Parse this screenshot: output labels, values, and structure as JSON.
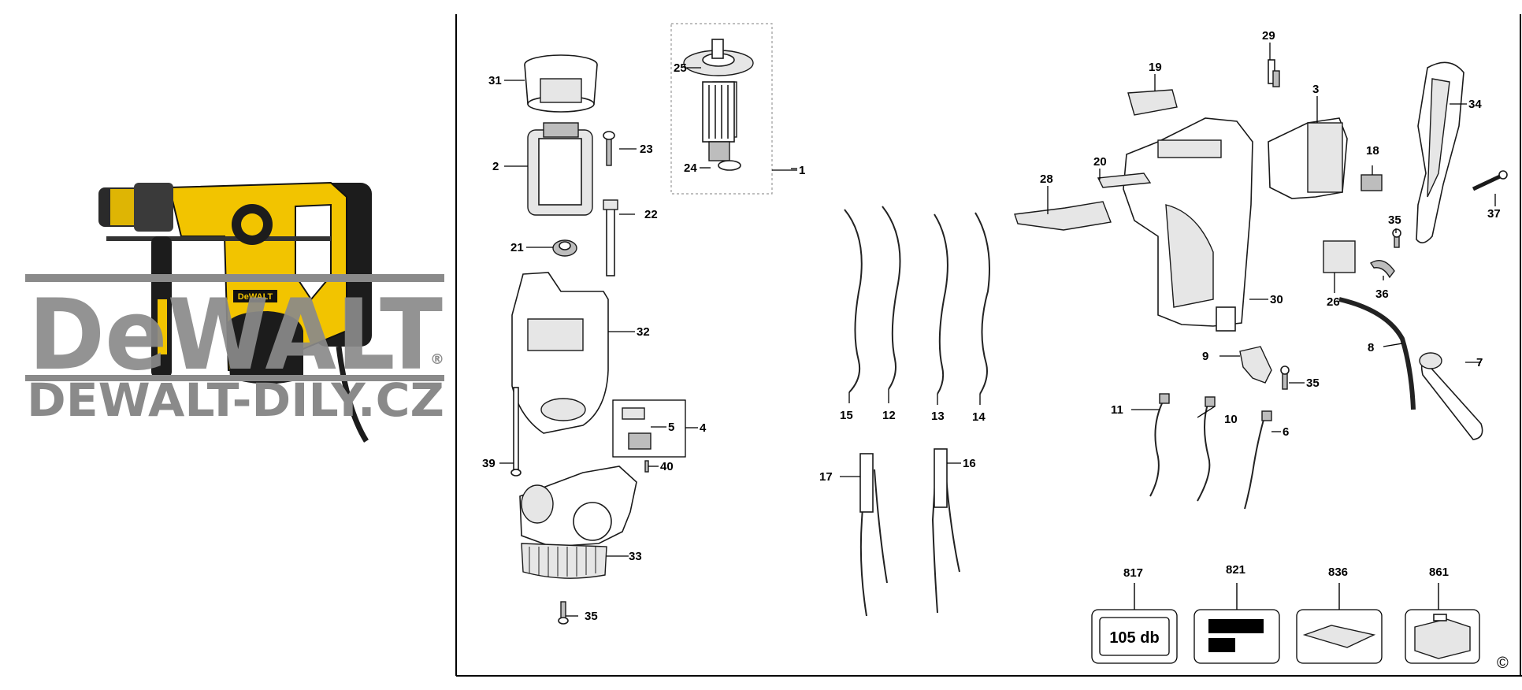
{
  "brand": {
    "logo_text": "DeWALT",
    "registered": "®",
    "site": "DEWALT-DILY.CZ"
  },
  "copyright": "©",
  "noise_label": "105 db",
  "parts": [
    {
      "id": "31",
      "label": "31"
    },
    {
      "id": "25",
      "label": "25"
    },
    {
      "id": "2",
      "label": "2"
    },
    {
      "id": "23",
      "label": "23"
    },
    {
      "id": "24",
      "label": "24"
    },
    {
      "id": "1",
      "label": "1"
    },
    {
      "id": "22",
      "label": "22"
    },
    {
      "id": "21",
      "label": "21"
    },
    {
      "id": "32",
      "label": "32"
    },
    {
      "id": "5",
      "label": "5"
    },
    {
      "id": "4",
      "label": "4"
    },
    {
      "id": "39",
      "label": "39"
    },
    {
      "id": "40",
      "label": "40"
    },
    {
      "id": "33",
      "label": "33"
    },
    {
      "id": "35a",
      "label": "35"
    },
    {
      "id": "15",
      "label": "15"
    },
    {
      "id": "12",
      "label": "12"
    },
    {
      "id": "13",
      "label": "13"
    },
    {
      "id": "14",
      "label": "14"
    },
    {
      "id": "17",
      "label": "17"
    },
    {
      "id": "16",
      "label": "16"
    },
    {
      "id": "19",
      "label": "19"
    },
    {
      "id": "29",
      "label": "29"
    },
    {
      "id": "3",
      "label": "3"
    },
    {
      "id": "34",
      "label": "34"
    },
    {
      "id": "20",
      "label": "20"
    },
    {
      "id": "28",
      "label": "28"
    },
    {
      "id": "18",
      "label": "18"
    },
    {
      "id": "37",
      "label": "37"
    },
    {
      "id": "35b",
      "label": "35"
    },
    {
      "id": "26",
      "label": "26"
    },
    {
      "id": "36",
      "label": "36"
    },
    {
      "id": "30",
      "label": "30"
    },
    {
      "id": "8",
      "label": "8"
    },
    {
      "id": "9",
      "label": "9"
    },
    {
      "id": "7",
      "label": "7"
    },
    {
      "id": "35c",
      "label": "35"
    },
    {
      "id": "11",
      "label": "11"
    },
    {
      "id": "10",
      "label": "10"
    },
    {
      "id": "6",
      "label": "6"
    }
  ],
  "accessories": [
    {
      "id": "817",
      "label": "817"
    },
    {
      "id": "821",
      "label": "821"
    },
    {
      "id": "836",
      "label": "836"
    },
    {
      "id": "861",
      "label": "861"
    }
  ],
  "colors": {
    "tool_yellow": "#f2c400",
    "tool_black": "#1c1c1c",
    "watermark_gray": "#8a8a8a",
    "line": "#000000"
  }
}
